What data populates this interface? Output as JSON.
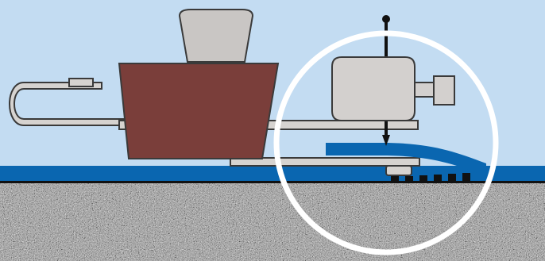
{
  "diagram": {
    "colors": {
      "sky": "#c3dcf2",
      "ground_fill": "#9a9a9a",
      "water_layer": "#0a66b0",
      "hopper_body": "#7a3e3a",
      "hopper_cap": "#c9c6c4",
      "frame_metal": "#d6d3d0",
      "outline": "#3a3a3a",
      "motor_body": "#d3d0ce",
      "highlight_circle": "#ffffff",
      "cable": "#111111",
      "tread": "#111111"
    },
    "parts": [
      "hopper",
      "hopper-cap",
      "hook-handle",
      "side-bracket",
      "main-rail",
      "base-plate",
      "motor-housing",
      "motor-knob",
      "vertical-rod",
      "coating-flap",
      "roller-wheel",
      "tread-marks",
      "highlight-circle"
    ],
    "highlighted_region": "trowel-edge-and-roller"
  }
}
